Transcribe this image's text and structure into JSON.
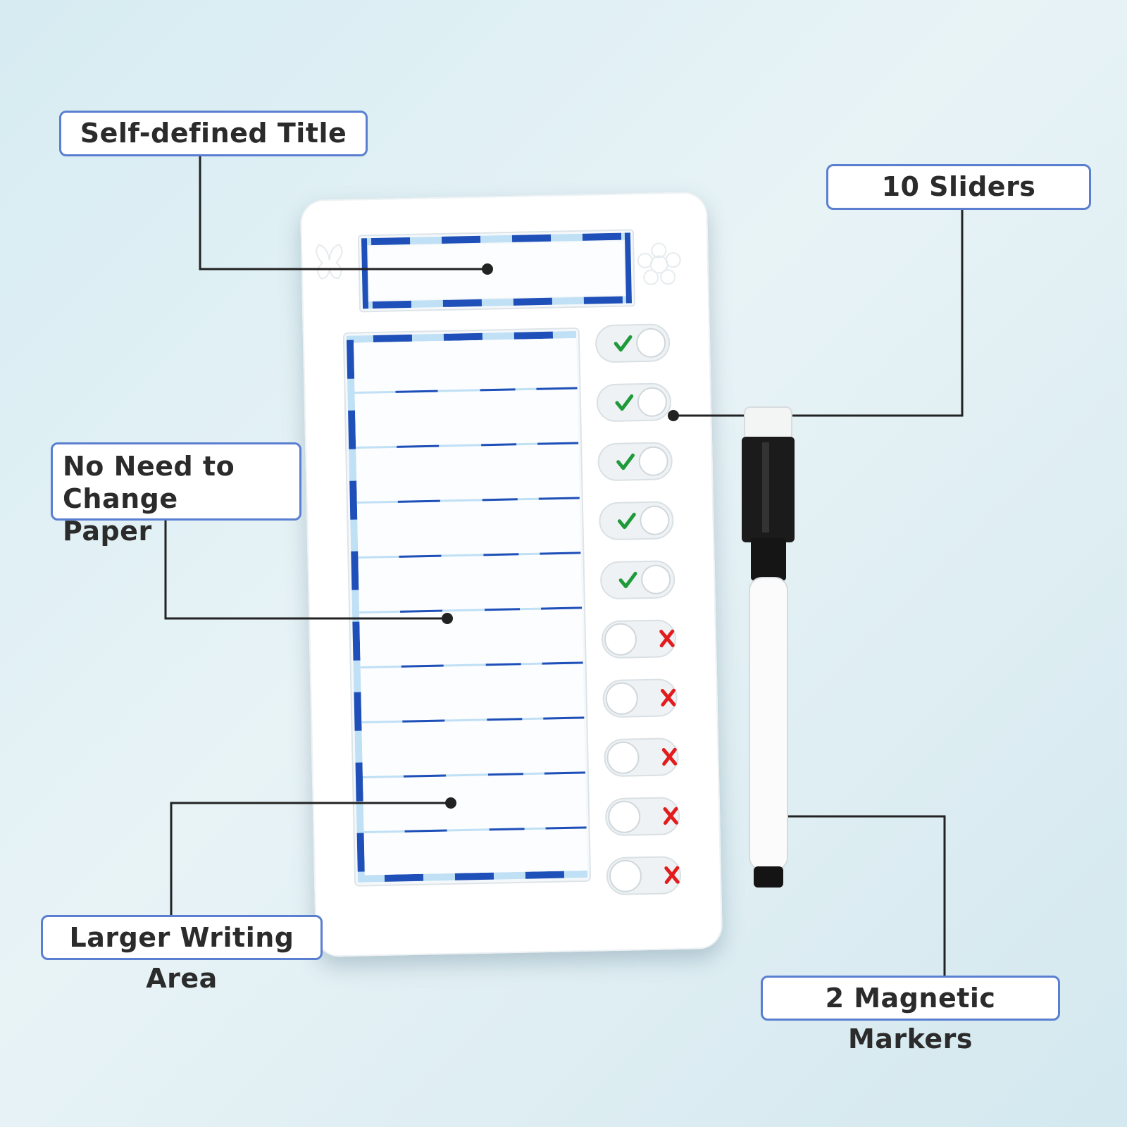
{
  "callouts": {
    "title": "Self-defined Title",
    "sliders": "10 Sliders",
    "paper_line1": "No Need to Change",
    "paper_line2": "Paper",
    "writing_area": "Larger Writing Area",
    "markers": "2 Magnetic Markers"
  },
  "sliders": {
    "count": 10,
    "states": [
      "check",
      "check",
      "check",
      "check",
      "check",
      "cross",
      "cross",
      "cross",
      "cross",
      "cross"
    ]
  },
  "colors": {
    "callout_border": "#5a7fd1",
    "stripe_dark": "#1f4fb8",
    "stripe_light": "#bfe0f5",
    "check": "#1f9a3a",
    "cross": "#e21c1c",
    "leader_line": "#222222"
  }
}
